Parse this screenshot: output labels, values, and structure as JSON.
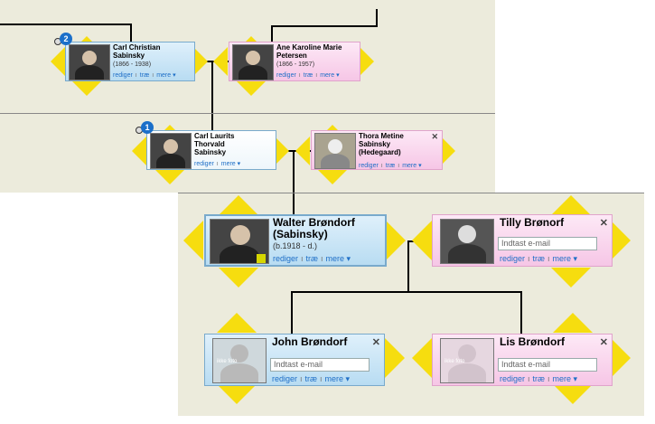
{
  "tree": {
    "links": {
      "edit": "rediger",
      "tree": "træ",
      "more": "mere ▾",
      "sep": "ı"
    },
    "email_placeholder": "Indtast e-mail",
    "close_glyph": "✕",
    "people": {
      "carl_christian": {
        "name": "Carl Christian Sabinsky",
        "dates": "(1866 - 1938)",
        "badge": "2"
      },
      "ane_karoline": {
        "name": "Ane Karoline Marie Petersen",
        "dates": "(1866 - 1957)"
      },
      "carl_laurits": {
        "name": "Carl Laurits Thorvald Sabinsky",
        "badge": "1"
      },
      "thora_metine": {
        "name": "Thora Metine Sabinsky (Hedegaard)"
      },
      "walter": {
        "name": "Walter Brøndorf (Sabinsky)",
        "dates": "(b.1918 - d.)"
      },
      "tilly": {
        "name": "Tilly Brønorf"
      },
      "john": {
        "name": "John Brøndorf",
        "placeholder_text": "ikke foto"
      },
      "lis": {
        "name": "Lis Brøndorf",
        "placeholder_text": "ikke foto"
      }
    }
  },
  "colors": {
    "arrow": "#f6dd0f",
    "link": "#1f6fc7",
    "panel": "#ecebdc"
  }
}
